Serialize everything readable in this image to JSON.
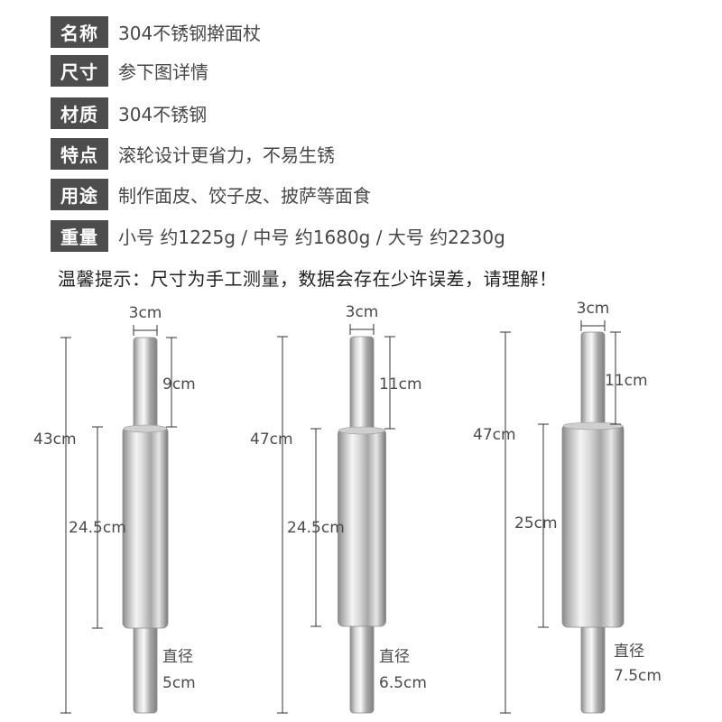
{
  "specs": [
    {
      "label": "名称",
      "value": "304不锈钢擀面杖"
    },
    {
      "label": "尺寸",
      "value": "参下图详情"
    },
    {
      "label": "材质",
      "value": "304不锈钢"
    },
    {
      "label": "特点",
      "value": "滚轮设计更省力，不易生锈"
    },
    {
      "label": "用途",
      "value": "制作面皮、饺子皮、披萨等面食"
    },
    {
      "label": "重量",
      "value": "小号 约1225g / 中号 约1680g / 大号 约2230g"
    }
  ],
  "note": "温馨提示：尺寸为手工测量，数据会存在少许误差，请理解！",
  "pins": [
    {
      "handle_width": "3cm",
      "handle_length": "9cm",
      "total_length": "43cm",
      "roller_length": "24.5cm",
      "diameter_label": "直径",
      "diameter": "5cm"
    },
    {
      "handle_width": "3cm",
      "handle_length": "11cm",
      "total_length": "47cm",
      "roller_length": "24.5cm",
      "diameter_label": "直径",
      "diameter": "6.5cm"
    },
    {
      "handle_width": "3cm",
      "handle_length": "11cm",
      "total_length": "47cm",
      "roller_length": "25cm",
      "diameter_label": "直径",
      "diameter": "7.5cm"
    }
  ],
  "colors": {
    "label_bg": "#4d4d4d",
    "label_text": "#ffffff",
    "dim_line": "#333333",
    "steel_light": "#f2f2f2",
    "steel_dark": "#7d7d7d"
  }
}
